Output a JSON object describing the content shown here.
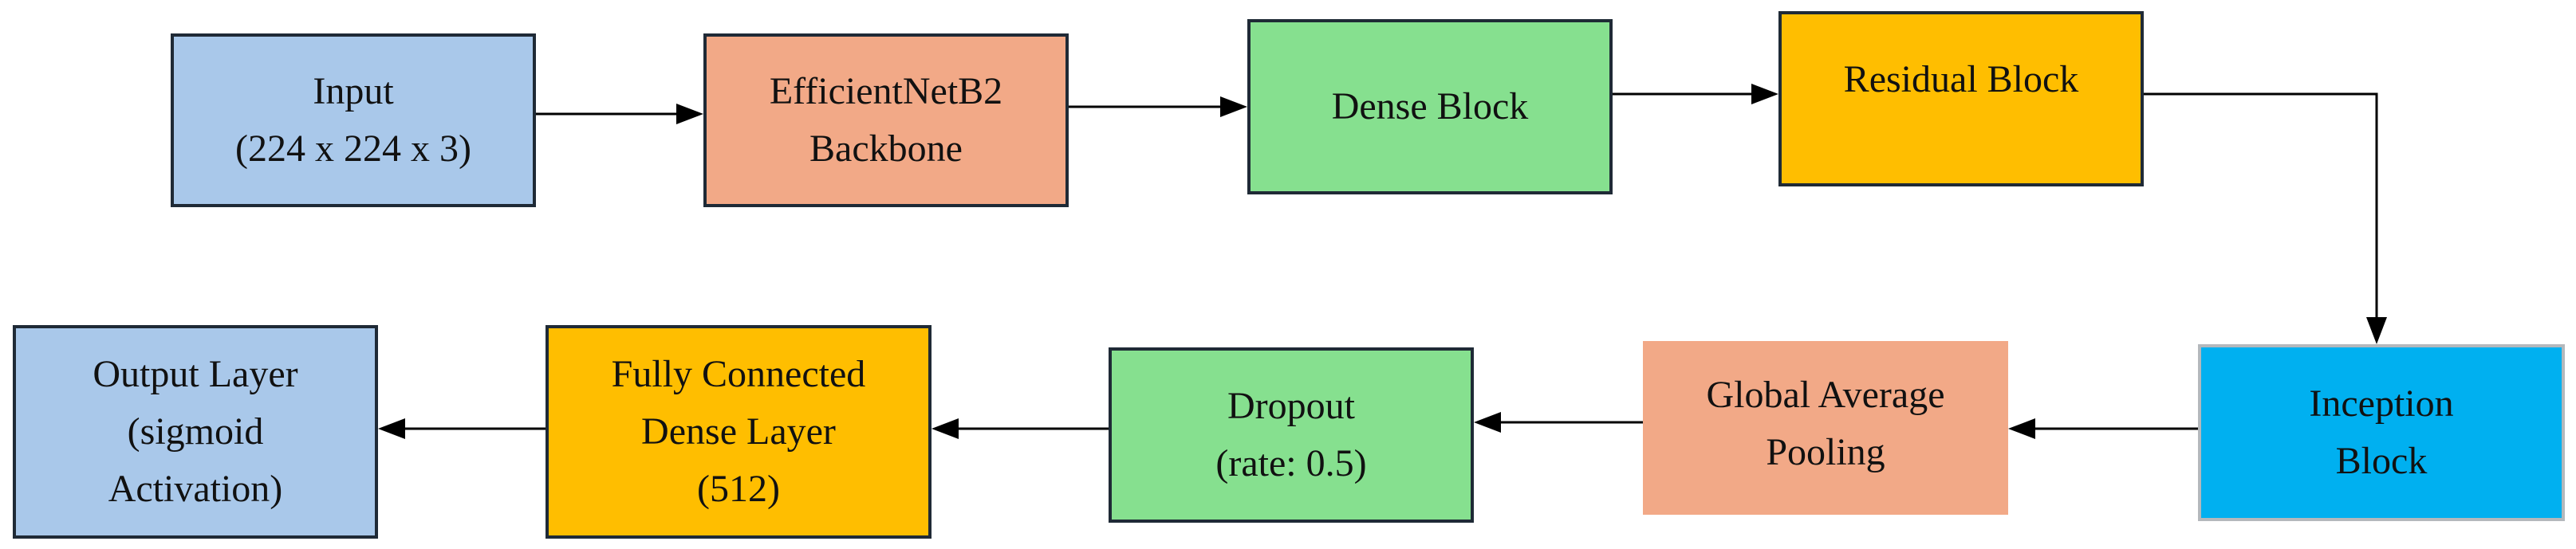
{
  "nodes": {
    "input": [
      "Input",
      "(224 x 224 x 3)"
    ],
    "backbone": [
      "EfficientNetB2",
      "Backbone"
    ],
    "dense": [
      "Dense Block"
    ],
    "residual": [
      "Residual Block"
    ],
    "inception": [
      "Inception",
      "Block"
    ],
    "gap": [
      "Global Average",
      "Pooling"
    ],
    "dropout": [
      "Dropout",
      "(rate: 0.5)"
    ],
    "fc": [
      "Fully Connected",
      "Dense Layer",
      "(512)"
    ],
    "output": [
      "Output Layer",
      "(sigmoid",
      "Activation)"
    ]
  },
  "edges": [
    [
      "input",
      "backbone"
    ],
    [
      "backbone",
      "dense"
    ],
    [
      "dense",
      "residual"
    ],
    [
      "residual",
      "inception"
    ],
    [
      "inception",
      "gap"
    ],
    [
      "gap",
      "dropout"
    ],
    [
      "dropout",
      "fc"
    ],
    [
      "fc",
      "output"
    ]
  ],
  "colors": {
    "blue": "#a9c8ea",
    "salmon": "#f2a987",
    "green": "#86e08f",
    "amber": "#ffbe00",
    "cyan": "#00b0f0",
    "border": "#1f2a36",
    "arrow": "#000000"
  }
}
